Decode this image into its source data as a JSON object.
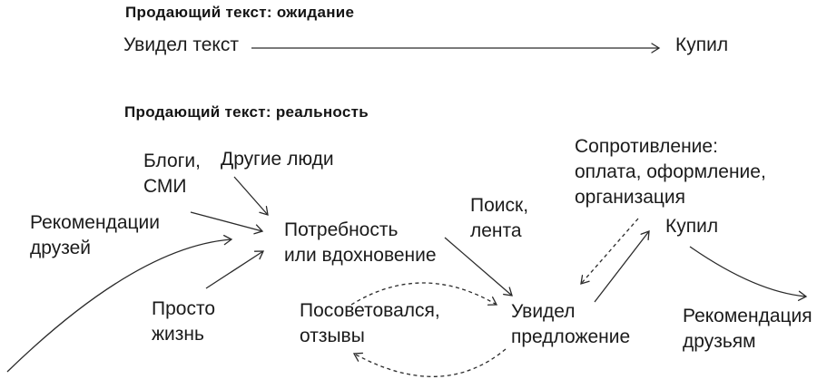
{
  "colors": {
    "text": "#1b1b1b",
    "line": "#2a2a2a",
    "background": "#ffffff"
  },
  "expectation": {
    "title": "Продающий текст: ожидание",
    "nodes": {
      "saw_text": "Увидел текст",
      "bought": "Купил"
    },
    "edges": [
      {
        "name": "saw-text-to-bought",
        "from": "saw_text",
        "to": "bought",
        "style": "solid"
      }
    ]
  },
  "reality": {
    "title": "Продающий текст: реальность",
    "nodes": {
      "blogs_media": "Блоги,\nСМИ",
      "other_people": "Другие люди",
      "friends_recommendations": "Рекомендации\nдрузей",
      "just_life": "Просто\nжизнь",
      "need_inspiration": "Потребность\nили вдохновение",
      "search_feed": "Поиск,\nлента",
      "consulted_reviews": "Посоветовался,\nотзывы",
      "saw_offer": "Увидел\nпредложение",
      "resistance": "Сопротивление:\nоплата, оформление,\nорганизация",
      "bought": "Купил",
      "recommendation_to_friends": "Рекомендация\nдрузьям"
    },
    "edges": [
      {
        "name": "blogs-media-to-need",
        "from": "blogs_media",
        "to": "need_inspiration",
        "style": "solid"
      },
      {
        "name": "other-people-to-need",
        "from": "other_people",
        "to": "need_inspiration",
        "style": "solid"
      },
      {
        "name": "friends-recommendations-to-need",
        "from": "friends_recommendations",
        "to": "need_inspiration",
        "style": "solid-curve"
      },
      {
        "name": "just-life-to-need",
        "from": "just_life",
        "to": "need_inspiration",
        "style": "solid"
      },
      {
        "name": "need-to-saw-offer",
        "from": "need_inspiration",
        "to": "saw_offer",
        "style": "solid"
      },
      {
        "name": "consulted-to-saw-offer",
        "from": "consulted_reviews",
        "to": "saw_offer",
        "style": "dashed-curve"
      },
      {
        "name": "saw-offer-to-consulted",
        "from": "saw_offer",
        "to": "consulted_reviews",
        "style": "dashed-curve"
      },
      {
        "name": "saw-offer-to-bought",
        "from": "saw_offer",
        "to": "bought",
        "style": "solid"
      },
      {
        "name": "resistance-to-saw-offer",
        "from": "resistance",
        "to": "saw_offer",
        "style": "dashed"
      },
      {
        "name": "bought-to-recommendation",
        "from": "bought",
        "to": "recommendation_to_friends",
        "style": "solid-curve"
      }
    ]
  }
}
